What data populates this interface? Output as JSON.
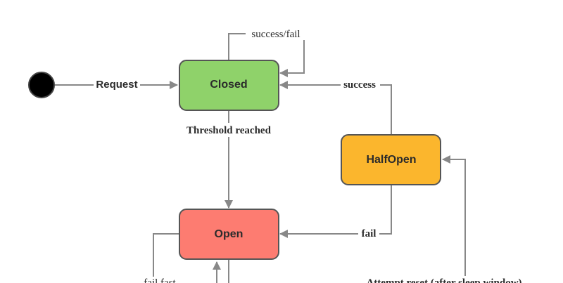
{
  "states": {
    "closed": {
      "label": "Closed",
      "fill": "#8fd26a"
    },
    "open": {
      "label": "Open",
      "fill": "#fd7c71"
    },
    "halfopen": {
      "label": "HalfOpen",
      "fill": "#fbb62d"
    }
  },
  "transitions": {
    "request": "Request",
    "closed_self": "success/fail",
    "threshold": "Threshold reached",
    "half_success": "success",
    "half_fail": "fail",
    "fail_fast": "fail fast",
    "attempt_reset": "Attempt reset (after sleep window)"
  },
  "colors": {
    "edge": "#888888",
    "state_border": "#555555",
    "initial_node": "#000000"
  }
}
